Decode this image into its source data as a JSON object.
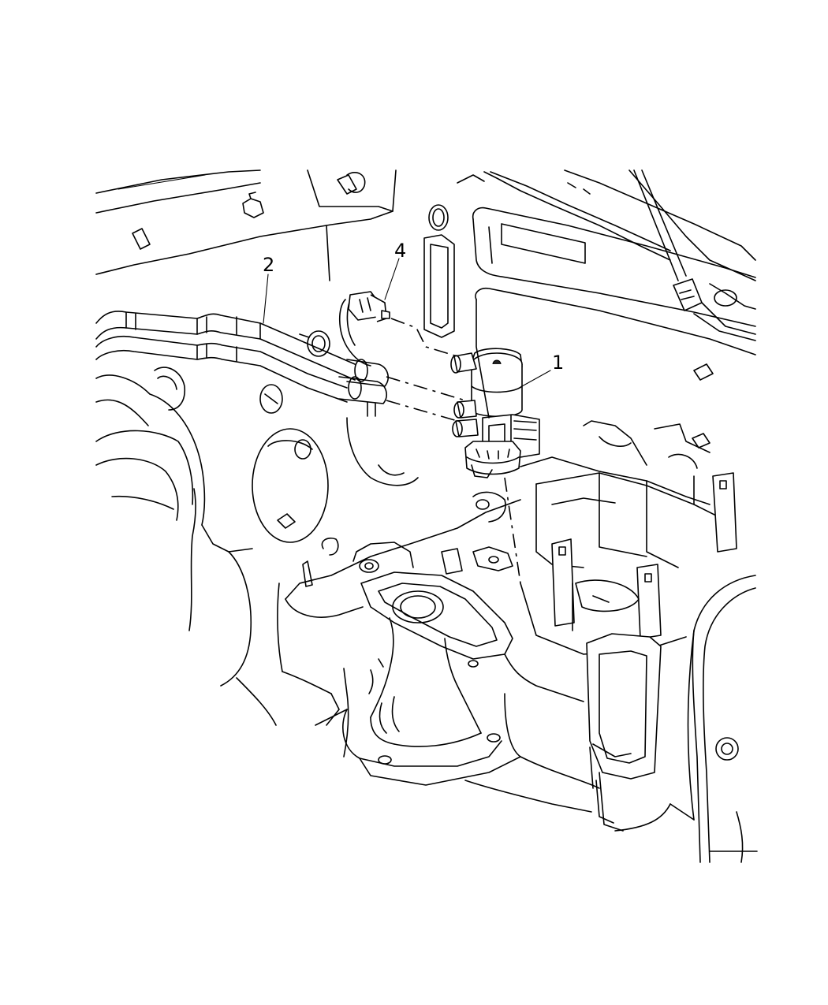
{
  "callouts": [
    {
      "id": "1",
      "label": "1"
    },
    {
      "id": "2",
      "label": "2"
    },
    {
      "id": "4",
      "label": "4"
    }
  ]
}
